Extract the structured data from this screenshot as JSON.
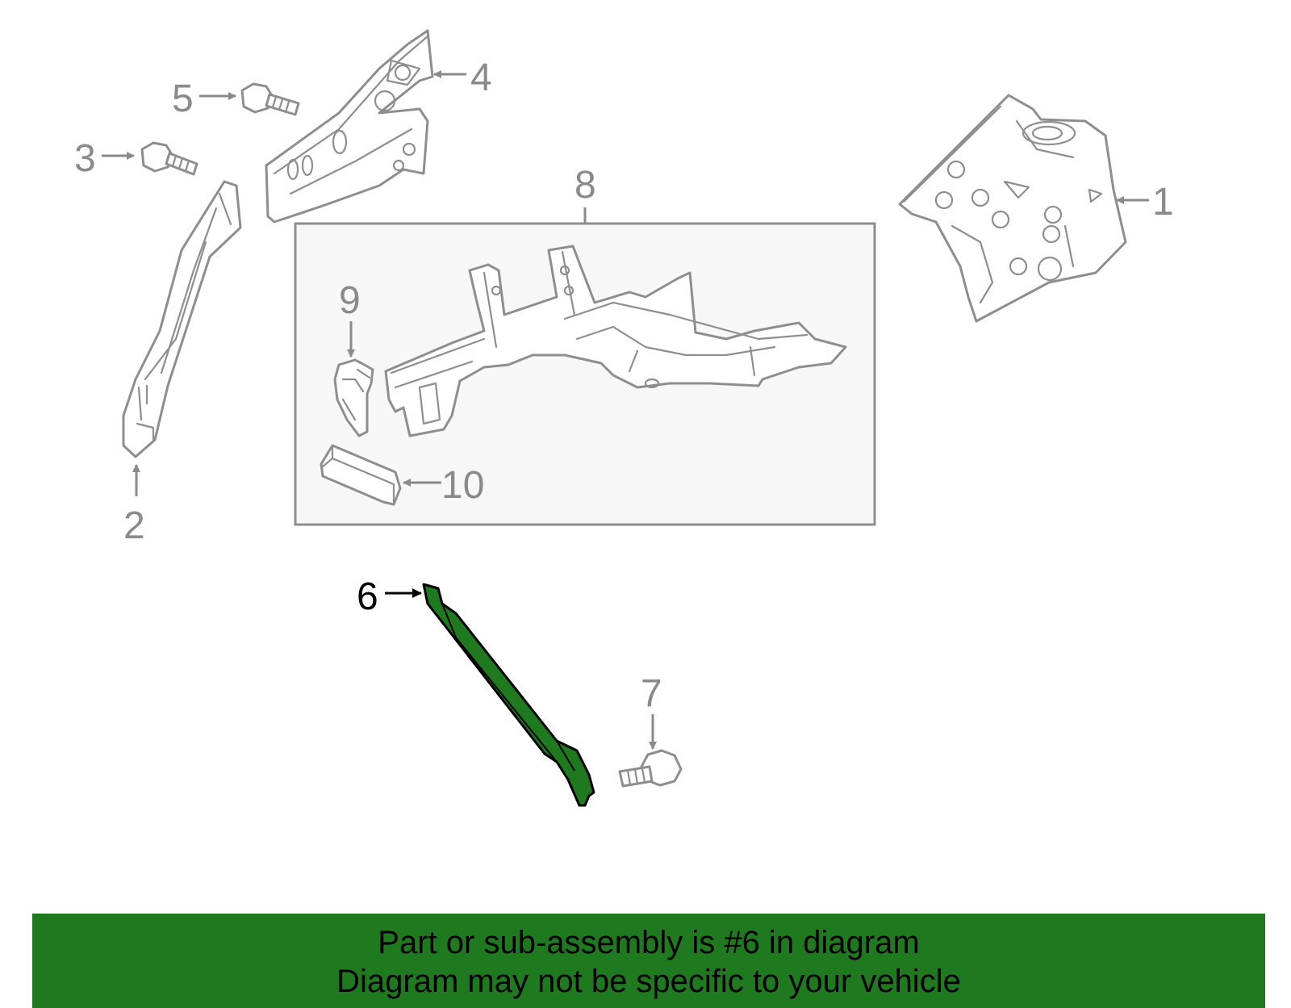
{
  "callouts": {
    "c1": "1",
    "c2": "2",
    "c3": "3",
    "c4": "4",
    "c5": "5",
    "c6": "6",
    "c7": "7",
    "c8": "8",
    "c9": "9",
    "c10": "10"
  },
  "highlighted_callout": "6",
  "colors": {
    "highlight": "#1f7a1f",
    "part_outline": "#8e8e8e",
    "subassembly_box": "#f7f7f7",
    "banner": "#1f7a1f"
  },
  "banner": {
    "line1": "Part or sub-assembly is #6 in diagram",
    "line2": "Diagram may not be specific to your vehicle"
  }
}
